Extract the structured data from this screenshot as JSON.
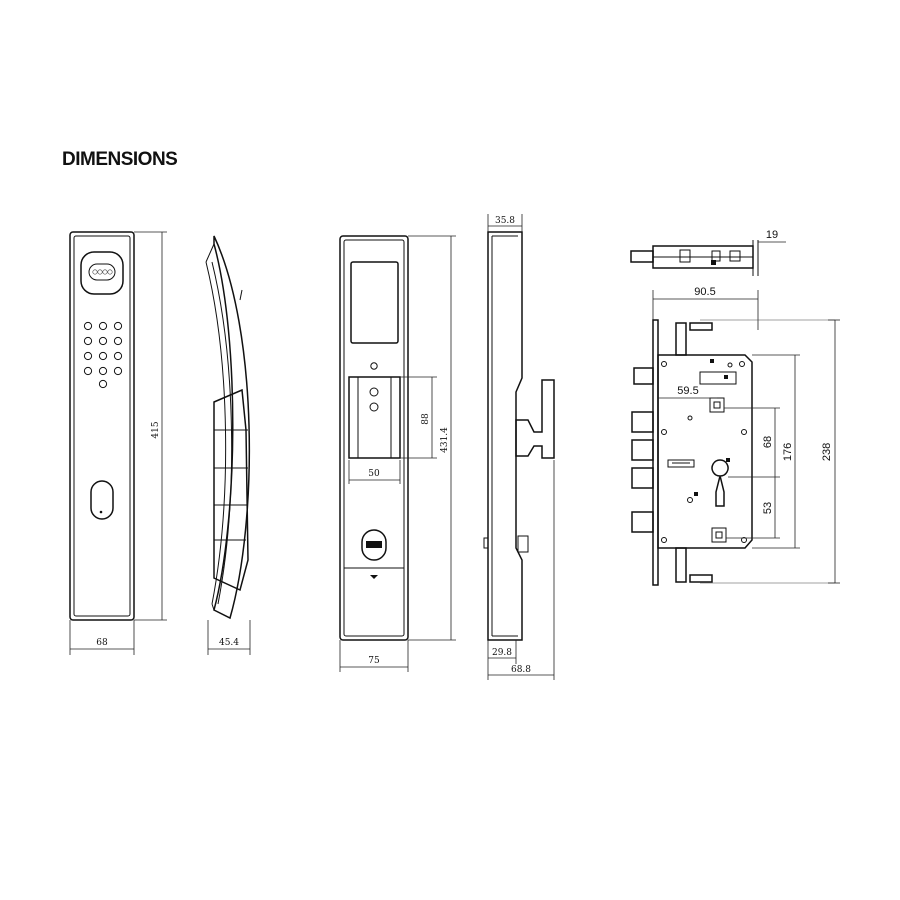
{
  "title": "DIMENSIONS",
  "front_view": {
    "height_label": "415",
    "width_label": "68"
  },
  "side_view": {
    "depth_label": "45.4"
  },
  "back_view": {
    "height_label": "431.4",
    "width_label": "75",
    "inner_height_label": "88",
    "inner_width_label": "50"
  },
  "profile_view": {
    "top_label": "35.8",
    "bottom_label": "29.8",
    "overall_label": "68.8"
  },
  "mortise": {
    "depth_label": "19",
    "width_label": "90.5",
    "offset_label": "59.5",
    "label_68": "68",
    "label_176": "176",
    "label_238": "238",
    "label_53": "53"
  }
}
